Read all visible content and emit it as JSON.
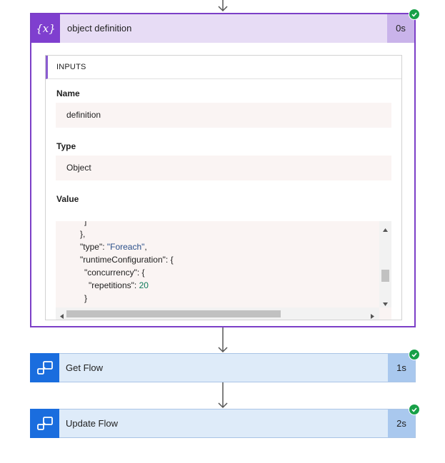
{
  "variable_action": {
    "title": "object definition",
    "duration": "0s",
    "icon": "variable-icon",
    "accent": "#7f3fcf",
    "inputs_header": "INPUTS",
    "name_label": "Name",
    "name_value": "definition",
    "type_label": "Type",
    "type_value": "Object",
    "value_label": "Value",
    "value_lines": [
      {
        "kind": "punct",
        "text": "]"
      },
      {
        "kind": "punct",
        "text": "},"
      },
      {
        "kind": "kv",
        "key": "\"type\"",
        "val": "\"Foreach\"",
        "tail": ","
      },
      {
        "kind": "obj",
        "key": "\"runtimeConfiguration\"",
        "tail": ": {"
      },
      {
        "kind": "obj",
        "key": "\"concurrency\"",
        "tail": ": {"
      },
      {
        "kind": "kvnum",
        "key": "\"repetitions\"",
        "val": "20"
      },
      {
        "kind": "punct",
        "text": "}"
      },
      {
        "kind": "punct",
        "text": "}"
      }
    ]
  },
  "flow_actions": [
    {
      "title": "Get Flow",
      "duration": "1s",
      "icon": "flow-icon",
      "status": "succeeded"
    },
    {
      "title": "Update Flow",
      "duration": "2s",
      "icon": "flow-icon",
      "status": "succeeded"
    }
  ],
  "colors": {
    "variable_border": "#7c3fc7",
    "flow_icon_bg": "#1a6dde",
    "success": "#18a048"
  }
}
